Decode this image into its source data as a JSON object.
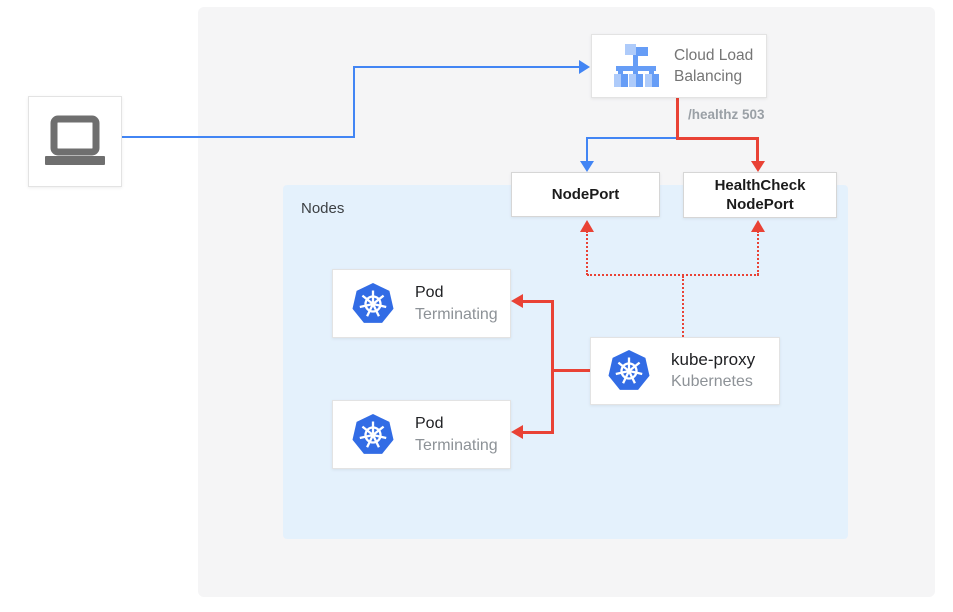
{
  "diagram": {
    "nodes_container": {
      "label": "Nodes"
    },
    "cloud_load_balancing": {
      "line1": "Cloud Load",
      "line2": "Balancing"
    },
    "healthz_label": "/healthz 503",
    "nodeport": {
      "label": "NodePort"
    },
    "healthcheck_nodeport": {
      "line1": "HealthCheck",
      "line2": "NodePort"
    },
    "pods": [
      {
        "title": "Pod",
        "status": "Terminating"
      },
      {
        "title": "Pod",
        "status": "Terminating"
      }
    ],
    "kube_proxy": {
      "title": "kube-proxy",
      "subtitle": "Kubernetes"
    },
    "icons": {
      "client": "laptop-icon",
      "load_balancer": "load-balancer-icon",
      "pod": "kubernetes-icon",
      "kube_proxy": "kubernetes-icon"
    },
    "colors": {
      "blue": "#4285f4",
      "red": "#e94235",
      "k8s_blue": "#326ce5",
      "lb_light": "#aecbfa",
      "lb_mid": "#669df6",
      "nodes_bg": "#e4f1fc",
      "panel_bg": "#f5f5f6",
      "gray_icon": "#6f6f6f"
    }
  }
}
